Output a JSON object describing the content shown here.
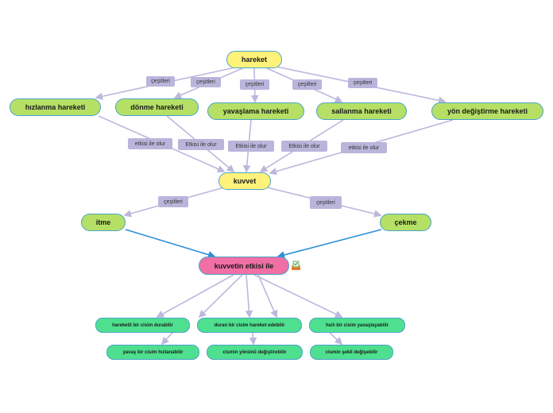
{
  "root": "hareket",
  "kinds": [
    "hızlanma hareketi",
    "dönme hareketi",
    "yavaşlama hareketi",
    "sallanma hareketi",
    "yön değiştirme hareketi"
  ],
  "force": "kuvvet",
  "force_kinds": [
    "itme",
    "çekme"
  ],
  "effect": "kuvvetin etkisi ile",
  "effects_row1": [
    "hareketli bir cisim durabilir",
    "duran bir cisim hareket edebilir",
    "hızlı bir cisim yavaşlayabilir"
  ],
  "effects_row2": [
    "yavaş bir cisim hızlanabilir",
    "cismin yönünü değiştirebilir",
    "cismin şekli değişebilir"
  ],
  "label_types": "çeşitleri",
  "label_effect_lower": "etkisi ile olur",
  "label_effect_upper": "Etkisi ile olur",
  "colors": {
    "edge": "#bdb7dc",
    "arrow_blue": "#2a8fd6",
    "yellow": "#fff27a",
    "lime": "#b5e065",
    "pink": "#f06fa4",
    "green": "#4ee08e"
  },
  "icon": "notes-icon"
}
